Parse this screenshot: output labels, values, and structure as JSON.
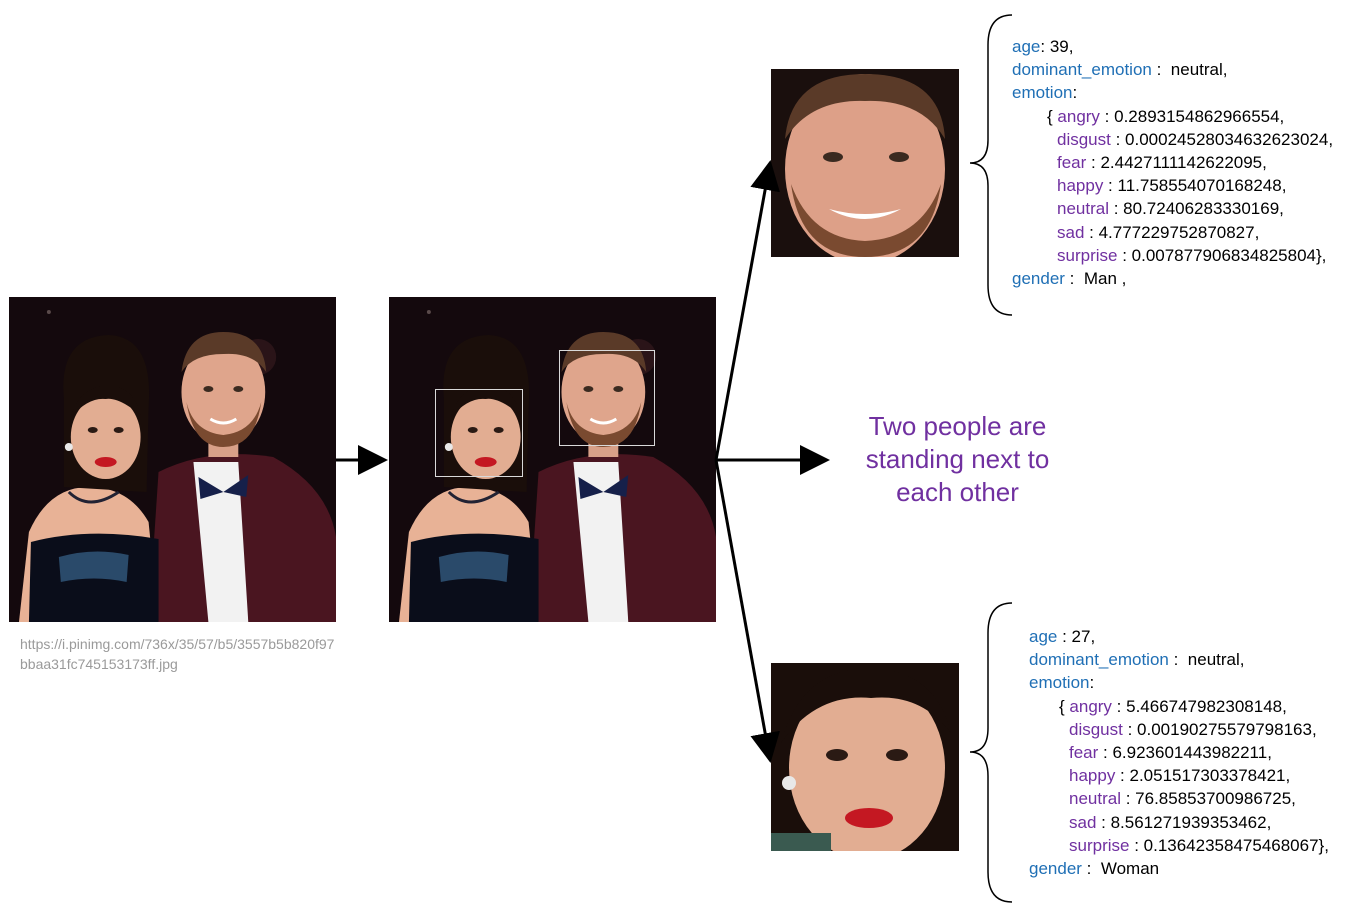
{
  "source_url": "https://i.pinimg.com/736x/35/57/b5/3557b5b820f97bbaa31fc745153173ff.jpg",
  "caption": "Two people are standing next to each other",
  "faces": [
    {
      "age_label": "age",
      "age_value": "39,",
      "dominant_label": "dominant_emotion",
      "dominant_value": "neutral,",
      "emotion_label": "emotion",
      "emotions": [
        {
          "name": "angry",
          "value": "0.2893154862966554,"
        },
        {
          "name": "disgust",
          "value": "0.00024528034632623024,"
        },
        {
          "name": "fear",
          "value": "2.4427111142622095,"
        },
        {
          "name": "happy",
          "value": "11.758554070168248,"
        },
        {
          "name": "neutral",
          "value": "80.72406283330169,"
        },
        {
          "name": "sad",
          "value": "4.777229752870827,"
        },
        {
          "name": "surprise",
          "value": "0.007877906834825804},"
        }
      ],
      "gender_label": "gender",
      "gender_value": "Man ,"
    },
    {
      "age_label": "age",
      "age_value": "27,",
      "dominant_label": "dominant_emotion",
      "dominant_value": "neutral,",
      "emotion_label": "emotion",
      "emotions": [
        {
          "name": "angry",
          "value": "5.466747982308148,"
        },
        {
          "name": "disgust",
          "value": "0.00190275579798163,"
        },
        {
          "name": "fear",
          "value": "6.923601443982211,"
        },
        {
          "name": "happy",
          "value": "2.051517303378421,"
        },
        {
          "name": "neutral",
          "value": "76.85853700986725,"
        },
        {
          "name": "sad",
          "value": "8.561271939353462,"
        },
        {
          "name": "surprise",
          "value": "0.13642358475468067},"
        }
      ],
      "gender_label": "gender",
      "gender_value": "Woman"
    }
  ],
  "colors": {
    "key": "#1f6fb5",
    "emotion": "#7030a0",
    "caption": "#7030a0",
    "url": "#9a9a9a"
  }
}
